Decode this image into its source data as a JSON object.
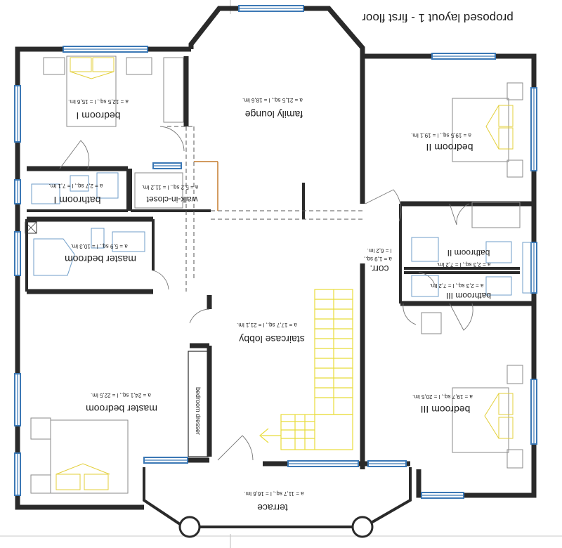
{
  "title": "proposed layout 1 - first floor",
  "rooms": {
    "bedroom_1": {
      "name": "bedroom I",
      "area": "a = 12,5 sq., l = 15,6 lm."
    },
    "family_lounge": {
      "name": "family lounge",
      "area": "a = 21,5 sq., l = 18,6 lm."
    },
    "bedroom_2": {
      "name": "bedroom II",
      "area": "a = 19,5 sq., l = 19,1 lm."
    },
    "bathroom_1": {
      "name": "bathroom I",
      "area": "a = 2,7 sq., l = 7,1 lm."
    },
    "walk_in_closet": {
      "name": "walk-in-closet",
      "area": "a = 5,2 sq., l = 11,2 lm."
    },
    "master_bathroom": {
      "name": "master bedroom",
      "area": "a = 5,9 sq., l = 10,3 lm."
    },
    "bathroom_2": {
      "name": "bathroom II",
      "area": "a = 2,3 sq., l = 7,2 lm."
    },
    "bathroom_3": {
      "name": "bathroom III",
      "area": "a = 2,3 sq., l = 7,2 lm."
    },
    "corridor": {
      "name": "corr.",
      "area_a": "a = 1,9 sq.,",
      "area_l": "l = 6,2 lm."
    },
    "staircase_lobby": {
      "name": "staircase lobby",
      "area": "a = 17,7 sq., l = 21,1 lm."
    },
    "master_bedroom": {
      "name": "master bedroom",
      "area": "a = 24,1 sq., l = 22,5 lm."
    },
    "bedroom_3": {
      "name": "bedroom III",
      "area": "a = 19,7 sq., l = 20,5 lm."
    },
    "bedroom_dresser": {
      "name": "bedroom dresser"
    },
    "terrace": {
      "name": "terrace",
      "area": "a = 11,7 sq., l = 16,6 lm."
    }
  },
  "colors": {
    "wall": "#2a2a2a",
    "window": "#3b78b5",
    "fixture": "#6f9ec9",
    "stair": "#e8dc3a",
    "closet_accent": "#c47a2c"
  }
}
